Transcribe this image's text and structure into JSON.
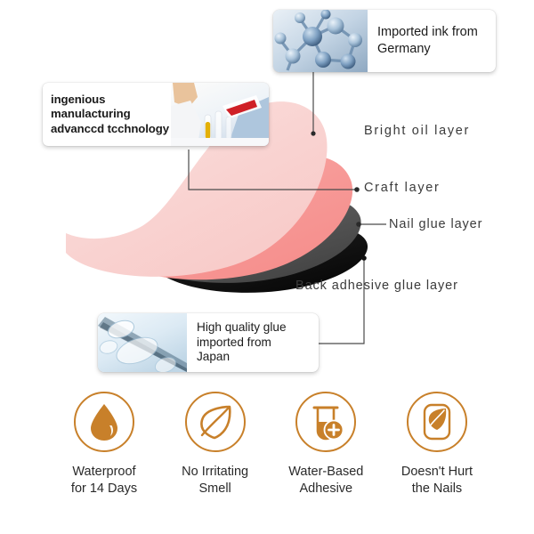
{
  "theme": {
    "accent_orange": "#C8802A",
    "layer_bright_oil": "#F9D4D2",
    "layer_craft": "#F79A98",
    "layer_nail_glue": "#575757",
    "layer_back_adhesive": "#111111",
    "text_dark": "#2a2a2a",
    "label_gray": "#3b3b3b",
    "connector_line": "#4a4a4a",
    "box_background": "#ffffff"
  },
  "callouts": [
    {
      "id": "imported-ink",
      "text": "Imported ink from\nGermany",
      "image_name": "molecule-structure-photo",
      "image_alt": "blue molecular lattice"
    },
    {
      "id": "ingenious-manufacturing",
      "text": "ingenious\nmanulacturing\nadvanccd tcchnology",
      "image_name": "laboratory-photo",
      "image_alt": "laboratory test tubes"
    },
    {
      "id": "high-quality-glue",
      "text": "High quality glue\nimported from\nJapan",
      "image_name": "gel-bubbles-photo",
      "image_alt": "clear gel bubbles"
    }
  ],
  "layer_labels": [
    {
      "id": "bright-oil",
      "text": "Bright oil layer"
    },
    {
      "id": "craft",
      "text": "Craft layer"
    },
    {
      "id": "nail-glue",
      "text": "Nail glue layer"
    },
    {
      "id": "back-adhesive",
      "text": "Back adhesive glue layer"
    }
  ],
  "features": [
    {
      "id": "waterproof",
      "icon": "water-drop-icon",
      "caption": "Waterproof\nfor 14 Days"
    },
    {
      "id": "no-smell",
      "icon": "leaf-icon",
      "caption": "No Irritating\nSmell"
    },
    {
      "id": "water-based",
      "icon": "test-tube-plus-icon",
      "caption": "Water-Based\nAdhesive"
    },
    {
      "id": "no-harm",
      "icon": "nail-leaf-icon",
      "caption": "Doesn't Hurt\nthe Nails"
    }
  ]
}
